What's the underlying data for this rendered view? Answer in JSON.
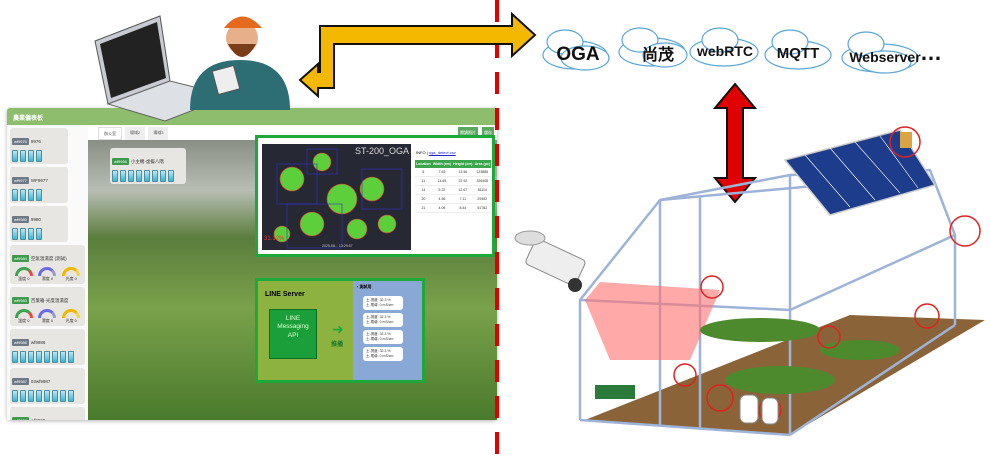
{
  "dashboard": {
    "title": "農業儀表板",
    "tabs": [
      "辦公室",
      "場域2",
      "場域3"
    ],
    "buttons": {
      "photo": "閱讀照片",
      "save": "儲存"
    },
    "sidebar": [
      {
        "id": "wf9976",
        "name": "9976",
        "type": "battery",
        "count": 4
      },
      {
        "id": "wf9977",
        "name": "WF9977",
        "type": "battery",
        "count": 4
      },
      {
        "id": "wf9980",
        "name": "9980",
        "type": "battery",
        "count": 4
      },
      {
        "id": "wf9984",
        "name": "空氣溫濕度 (測試)",
        "type": "gauge"
      },
      {
        "id": "wf9983",
        "name": "百葉箱-光度溫濕度",
        "type": "gauge"
      },
      {
        "id": "wf9986",
        "name": "wf9986",
        "type": "battery",
        "count": 8
      },
      {
        "id": "wf9987",
        "name": "03wf9987",
        "type": "battery",
        "count": 8
      },
      {
        "id": "wf9999",
        "name": "wf9999",
        "type": "gauge"
      }
    ],
    "gauge_labels": [
      "溫度 0",
      "濕度 0",
      "光度 0"
    ],
    "overlay_sensor": {
      "id": "wf9956",
      "name": "小主機-虛擬八階"
    }
  },
  "oga": {
    "image_title": "ST-200_OGA",
    "coverage": "31.12%",
    "timestamp": "2025-08-.. 13:29:57",
    "info_label": "INFO |",
    "info_link": "oga_detect.csv",
    "columns": [
      "Location",
      "Width (cm)",
      "Height (cm)",
      "Area (px)"
    ],
    "rows": [
      [
        "6",
        "7.63",
        "13.56",
        "123886"
      ],
      [
        "11",
        "14.65",
        "22.92",
        "326408"
      ],
      [
        "14",
        "5.22",
        "12.67",
        "81114"
      ],
      [
        "20",
        "4.56",
        "7.11",
        "29452"
      ],
      [
        "21",
        "4.09",
        "8.44",
        "51782"
      ]
    ]
  },
  "line": {
    "server": "LINE Server",
    "api": "LINE Messaging API",
    "push": "推播",
    "chat_title": "測試用",
    "messages": [
      [
        "土-濕度: 32.3 %",
        "土-電導: 0 mS/cm"
      ],
      [
        "土-濕度: 32.3 %",
        "土-電導: 0 mS/cm"
      ],
      [
        "土-濕度: 32.3 %",
        "土-電導: 0 mS/cm"
      ],
      [
        "土-濕度: 32.3 %",
        "土-電導: 0 mS/cm"
      ]
    ]
  },
  "clouds": [
    "OGA",
    "尚茂",
    "webRTC",
    "MQTT",
    "Webserver"
  ],
  "ellipsis": "…",
  "colors": {
    "green": "#1fa83a",
    "header": "#8fbd6e",
    "yellow_arrow": "#f5b800",
    "red_arrow": "#e00000"
  }
}
